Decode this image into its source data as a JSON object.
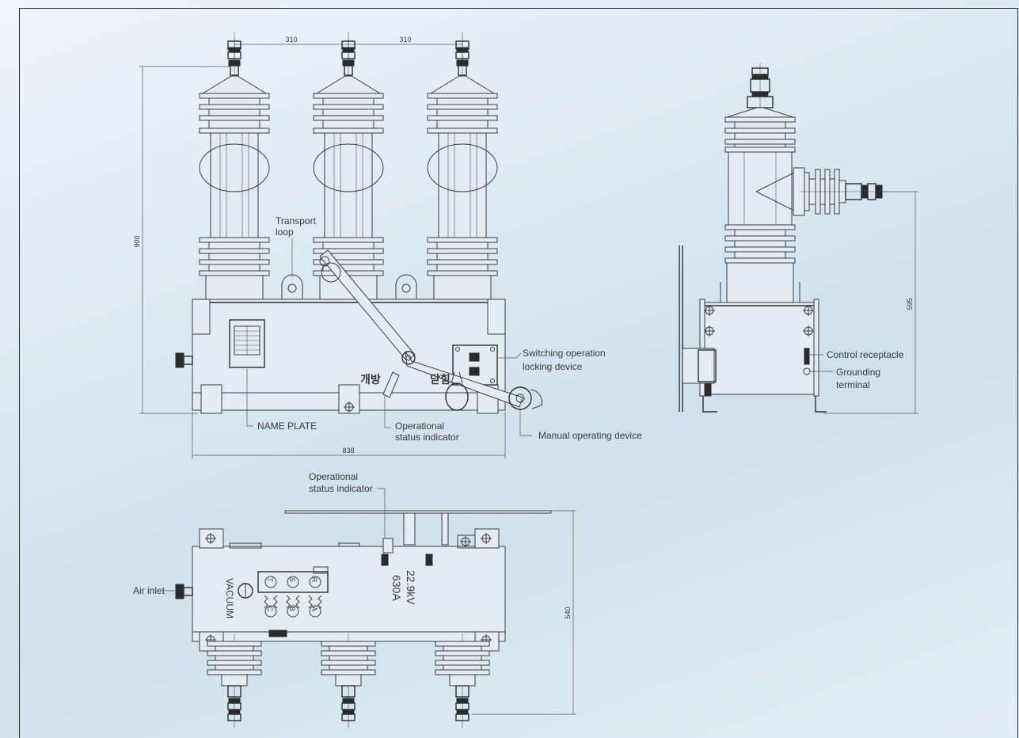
{
  "dimensions": {
    "pitch_left": "310",
    "pitch_right": "310",
    "height_front": "900",
    "width_front": "838",
    "height_side": "595",
    "depth_top": "540"
  },
  "labels": {
    "transport_loop_1": "Transport",
    "transport_loop_2": "loop",
    "switching_1": "Switching operation",
    "switching_2": "locking device",
    "name_plate": "NAME PLATE",
    "op_status_1": "Operational",
    "op_status_2": "status indicator",
    "manual_op": "Manual operating device",
    "control_receptacle": "Control receptacle",
    "grounding_1": "Grounding",
    "grounding_2": "terminal",
    "top_op_status_1": "Operational",
    "top_op_status_2": "status indicator",
    "air_inlet": "Air inlet",
    "vacuum": "VACUUM",
    "rating_kv": "22.9kV",
    "rating_a": "630A",
    "phase_t": "T",
    "phase_s": "S",
    "phase_r": "R",
    "phase_c": "C",
    "phase_b": "B",
    "phase_a": "A",
    "indicator_open": "개방",
    "indicator_closed": "닫힘"
  },
  "colors": {
    "background": "#dde9f2",
    "line": "#3c3c3c",
    "frame": "#2a2a2a"
  }
}
